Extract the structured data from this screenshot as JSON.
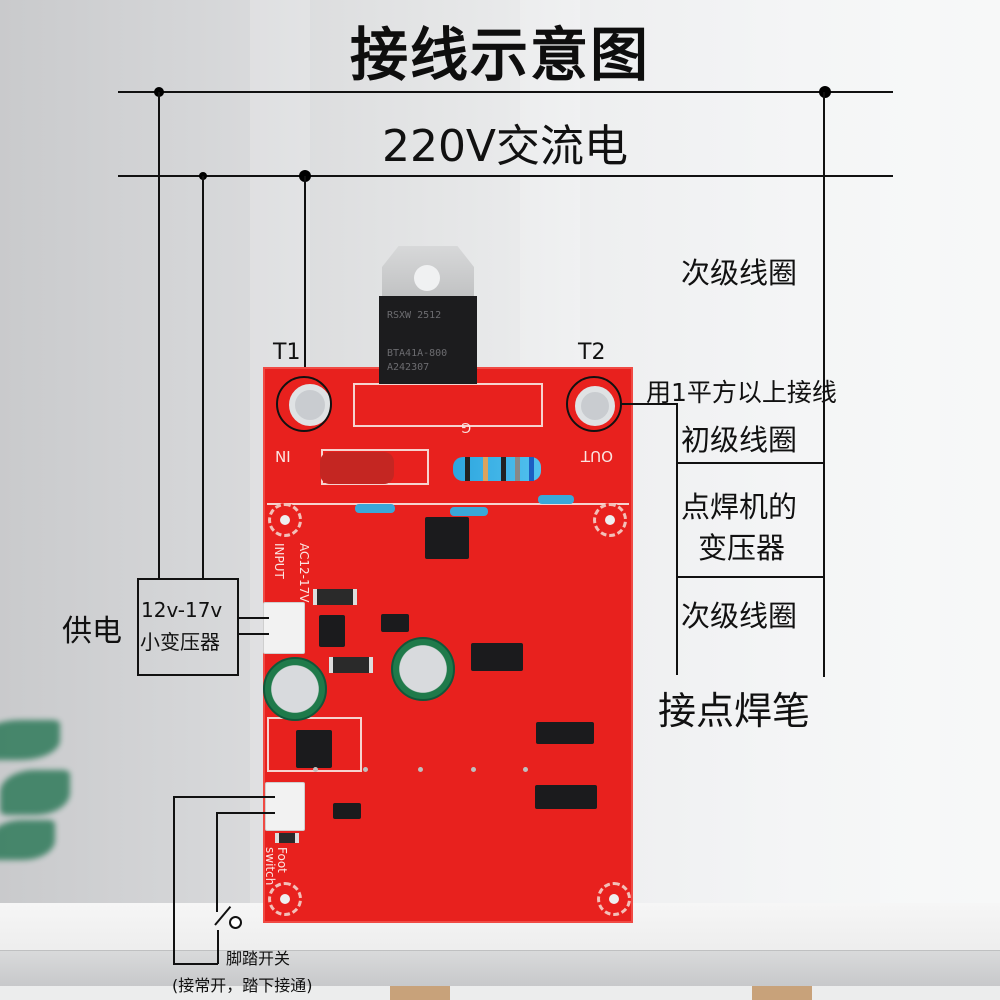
{
  "title": "接线示意图",
  "power_source": "220V交流电",
  "terminals": {
    "t1": "T1",
    "t2": "T2"
  },
  "wire_note": "用1平方以上接线",
  "transformer": {
    "primary_top_label": "次级线圈",
    "primary_label": "初级线圈",
    "name_line1": "点焊机的",
    "name_line2": "变压器",
    "secondary_label": "次级线圈"
  },
  "pen_label": "接点焊笔",
  "supply": {
    "label": "供电",
    "box_line1": "12v-17v",
    "box_line2": "小变压器"
  },
  "foot_switch": {
    "label": "脚踏开关",
    "note": "(接常开，踏下接通)"
  },
  "pcb_silkscreen": {
    "in": "IN",
    "out": "OUT",
    "g": "G",
    "input_line1": "AC12-17V",
    "input_line2": "INPUT",
    "foot_line1": "Foot",
    "foot_line2": "switch",
    "triac_line1": "RSXW   2512",
    "triac_line2": "BTA41A-800",
    "triac_line3": "A242307"
  },
  "colors": {
    "pcb": "#e8211e",
    "wire": "#111111",
    "background": "#e6e7e8"
  }
}
